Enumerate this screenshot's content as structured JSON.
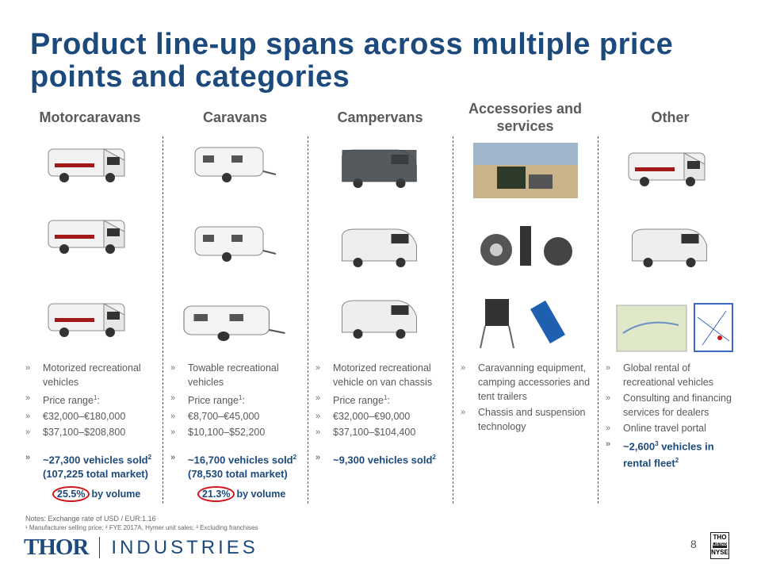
{
  "title": "Product line-up spans across multiple price points and categories",
  "columns": [
    {
      "header": "Motorcaravans",
      "bullets": [
        "Motorized recreational vehicles",
        "Price range",
        "€32,000–€180,000",
        "$37,100–$208,800"
      ],
      "highlight": "~27,300 vehicles sold",
      "highlight2": "(107,225 total market)",
      "share": "25.5%",
      "share_suffix": "by volume"
    },
    {
      "header": "Caravans",
      "bullets": [
        "Towable recreational vehicles",
        "Price range",
        "€8,700–€45,000",
        "$10,100–$52,200"
      ],
      "highlight": "~16,700 vehicles sold",
      "highlight2": "(78,530 total market)",
      "share": "21.3%",
      "share_suffix": "by volume"
    },
    {
      "header": "Campervans",
      "bullets": [
        "Motorized recreational vehicle on van chassis",
        "Price range",
        "€32,000–€90,000",
        "$37,100–$104,400"
      ],
      "highlight": "~9,300  vehicles sold"
    },
    {
      "header": "Accessories and services",
      "bullets": [
        "Caravanning equipment, camping accessories and tent trailers",
        "Chassis and suspension technology"
      ]
    },
    {
      "header": "Other",
      "bullets": [
        "Global rental of recreational vehicles",
        "Consulting and financing services for dealers",
        "Online travel portal"
      ],
      "highlight": "~2,600",
      "highlight_mid": "vehicles in rental fleet"
    }
  ],
  "sup": {
    "one": "1",
    "two": "2",
    "three": "3"
  },
  "colon": ":",
  "notes": {
    "line1": "Notes: Exchange rate of USD / EUR:1.16",
    "line2": "¹ Manufacturer  selling price; ² FYE 2017A, Hymer unit sales; ³ Excluding franchises"
  },
  "logo": {
    "thor": "THOR",
    "industries": "INDUSTRIES"
  },
  "page_number": "8",
  "nyse": {
    "top": "THO",
    "mid": "LISTED",
    "bottom": "NYSE"
  },
  "colors": {
    "brand": "#1c4a7c",
    "accent": "#d0141b"
  }
}
